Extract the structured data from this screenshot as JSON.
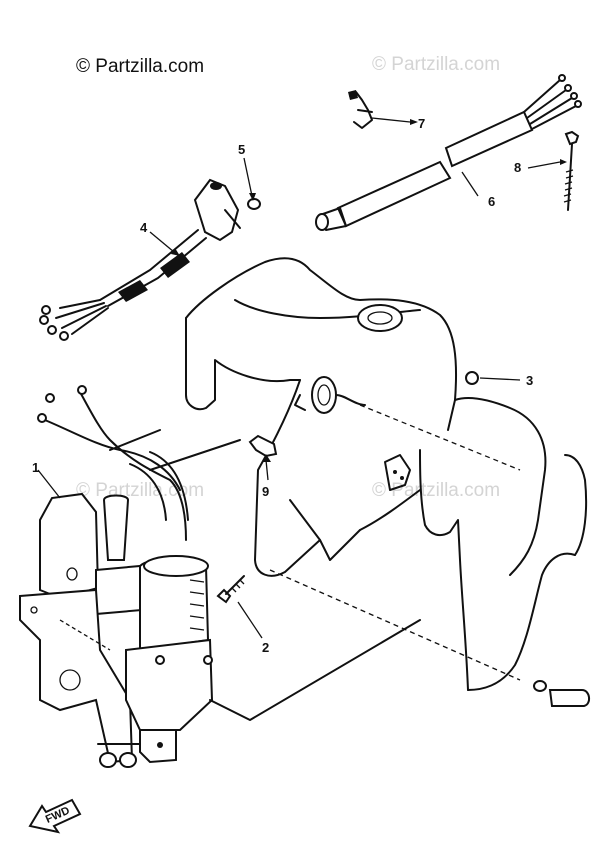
{
  "watermarks": {
    "primary": "© Partzilla.com",
    "faint": "© Partzilla.com"
  },
  "callouts": {
    "c1": "1",
    "c2": "2",
    "c3": "3",
    "c4": "4",
    "c5": "5",
    "c6": "6",
    "c7": "7",
    "c8": "8",
    "c9": "9"
  },
  "fwd_label": "FWD"
}
